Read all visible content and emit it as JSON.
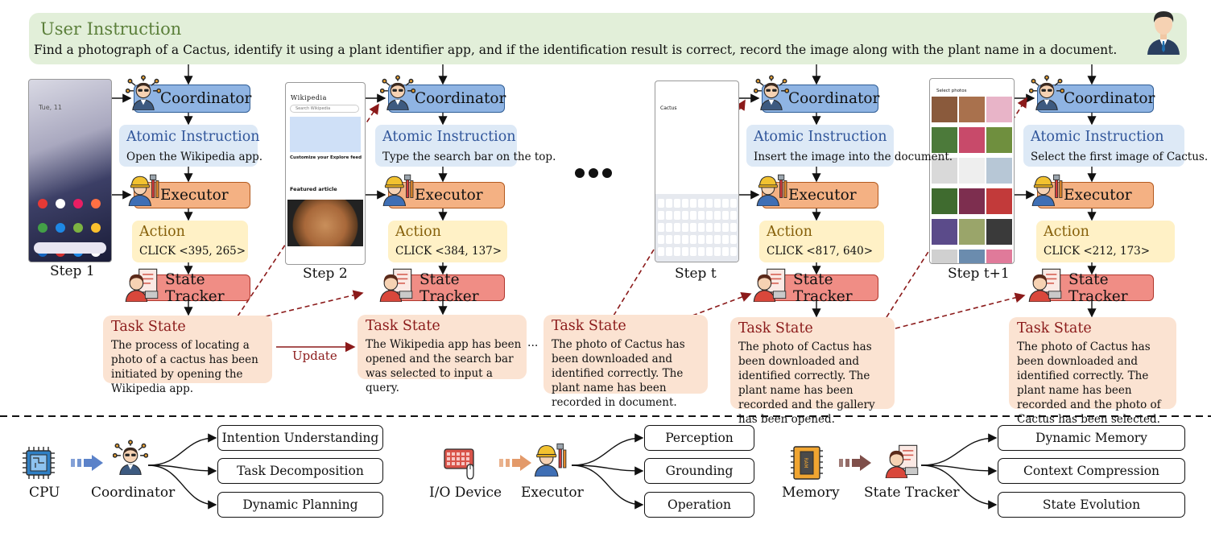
{
  "user_instruction": {
    "title": "User Instruction",
    "text": "Find a photograph of a Cactus, identify it using a plant identifier app, and if the identification result is correct, record the image along with the plant name in a document."
  },
  "agents": {
    "coordinator": "Coordinator",
    "executor": "Executor",
    "state_tracker": "State Tracker"
  },
  "section_titles": {
    "atomic_instruction": "Atomic Instruction",
    "action": "Action",
    "task_state": "Task State"
  },
  "steps": [
    {
      "label": "Step 1",
      "atomic_instruction": "Open the Wikipedia app.",
      "action": "CLICK <395, 265>",
      "task_state": "The process of locating a photo of a cactus has been initiated by opening the Wikipedia app."
    },
    {
      "label": "Step 2",
      "atomic_instruction": "Type the search bar on the top.",
      "action": "CLICK <384, 137>",
      "task_state": "The Wikipedia app has been opened and the search bar was selected to input a query."
    },
    {
      "label": "Step t",
      "atomic_instruction": "Insert the image into the document.",
      "action": "CLICK <817, 640>",
      "task_state": "The photo of Cactus has been downloaded and identified correctly. The plant name has been recorded and the gallery has been opened."
    },
    {
      "label": "Step t+1",
      "atomic_instruction": "Select the first image of  Cactus.",
      "action": "CLICK <212, 173>",
      "task_state": "The photo of Cactus has been downloaded and identified correctly. The plant name has been recorded and the photo of Cactus has been selected."
    }
  ],
  "intermediate_task_state": "The photo of Cactus has been downloaded and identified correctly. The plant name has been recorded in document.",
  "update_label": "Update",
  "ellipsis": "...",
  "screens": {
    "wiki_brand": "Wikipedia",
    "wiki_search": "Search Wikipedia",
    "wiki_customize": "Customize your Explore feed",
    "wiki_featured": "Featured article",
    "doc_text": "Cactus",
    "gallery_title": "Select photos"
  },
  "legend": [
    {
      "hardware": "CPU",
      "agent": "Coordinator",
      "outputs": [
        "Intention Understanding",
        "Task Decomposition",
        "Dynamic Planning"
      ]
    },
    {
      "hardware": "I/O Device",
      "agent": "Executor",
      "outputs": [
        "Perception",
        "Grounding",
        "Operation"
      ]
    },
    {
      "hardware": "Memory",
      "agent": "State Tracker",
      "outputs": [
        "Dynamic Memory",
        "Context Compression",
        "State Evolution"
      ]
    }
  ],
  "colors": {
    "coordinator": "#8fb4e3",
    "executor": "#f4b183",
    "state_tracker": "#f08d85",
    "atomic_instruction": "#dde9f6",
    "action": "#fff1c6",
    "task_state": "#fbe3d2",
    "banner": "#e2efd9",
    "update_arrow": "#8b1a1a"
  },
  "icons": [
    "user-icon",
    "coordinator-icon",
    "executor-icon",
    "state-tracker-icon",
    "cpu-icon",
    "keyboard-mouse-icon",
    "ram-icon",
    "double-arrow-icon"
  ]
}
